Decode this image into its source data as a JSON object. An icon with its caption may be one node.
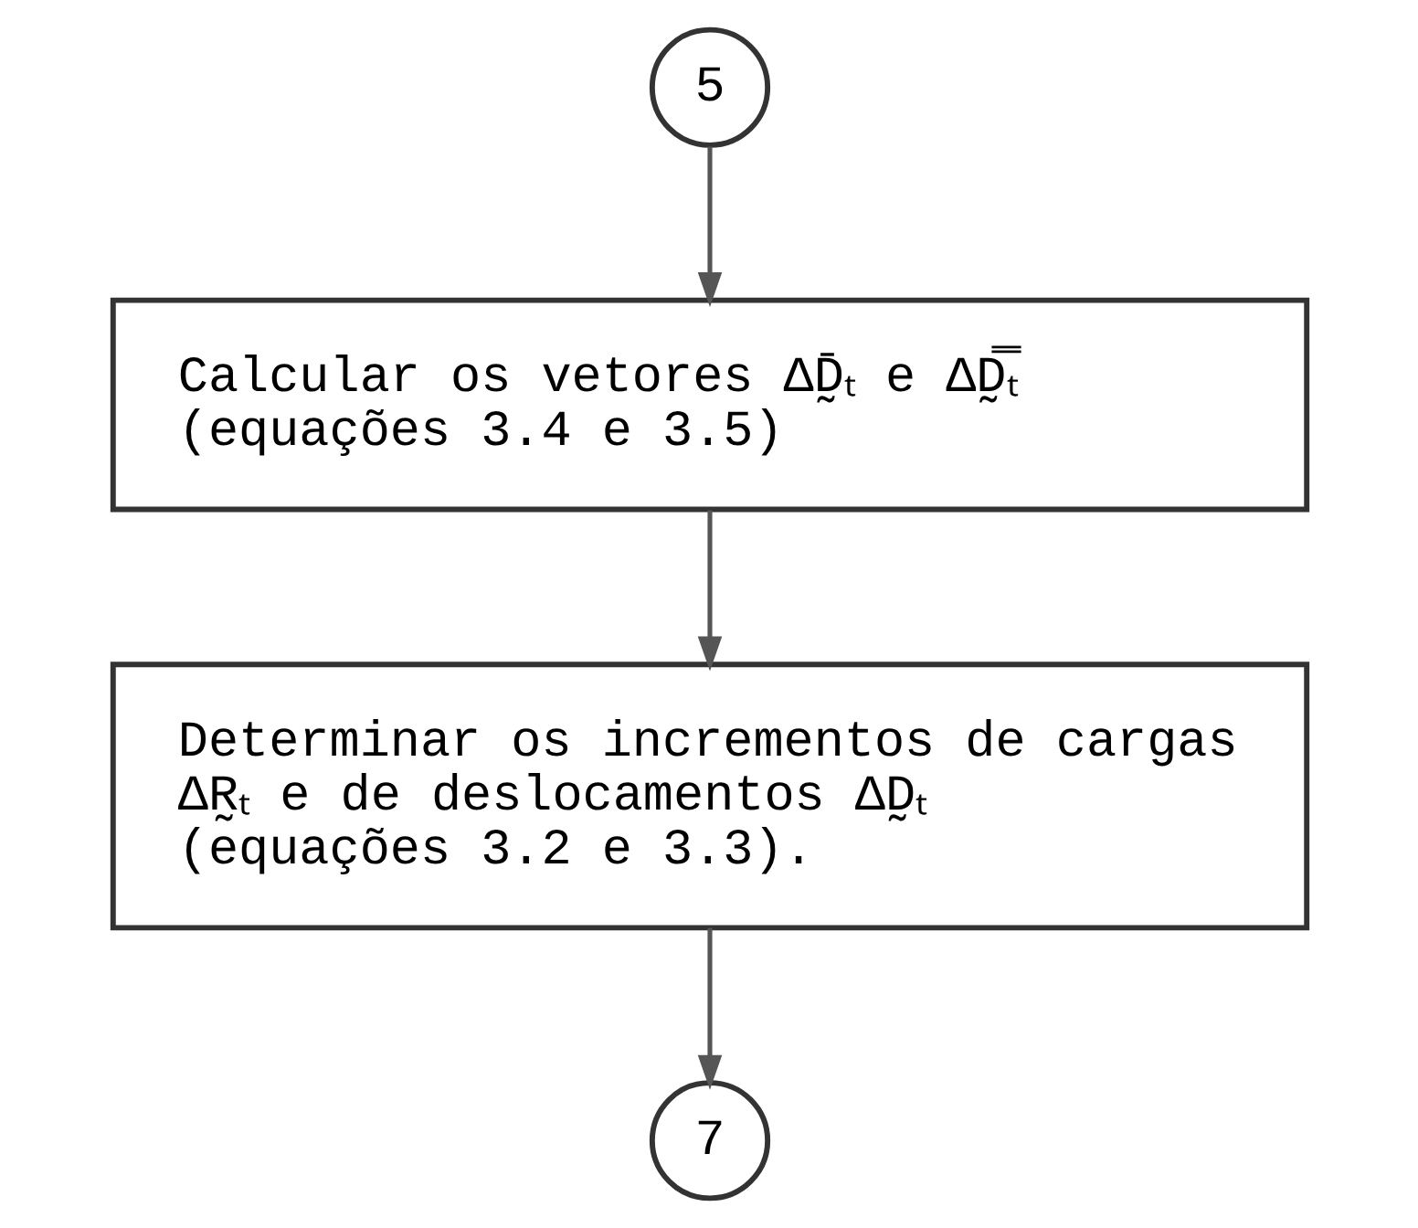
{
  "diagram": {
    "nodes": [
      {
        "text": [
          "5"
        ]
      },
      {
        "text": [
          "Calcular os vetores ΔD̰̄ₜ e ΔD̰̿ₜ (equações 3.4 e 3.5)"
        ]
      },
      {
        "text": [
          "Determinar os incrementos de cargas ΔR̰ₜ e de deslocamentos ΔD̰ₜ (equações 3.2 e 3.3)."
        ]
      },
      {
        "text": [
          "7"
        ]
      }
    ],
    "edges": [
      {
        "from": 0,
        "to": 1,
        "arrow": "to"
      },
      {
        "from": 1,
        "to": 2,
        "arrow": "to"
      },
      {
        "from": 2,
        "to": 3,
        "arrow": "to"
      }
    ]
  }
}
